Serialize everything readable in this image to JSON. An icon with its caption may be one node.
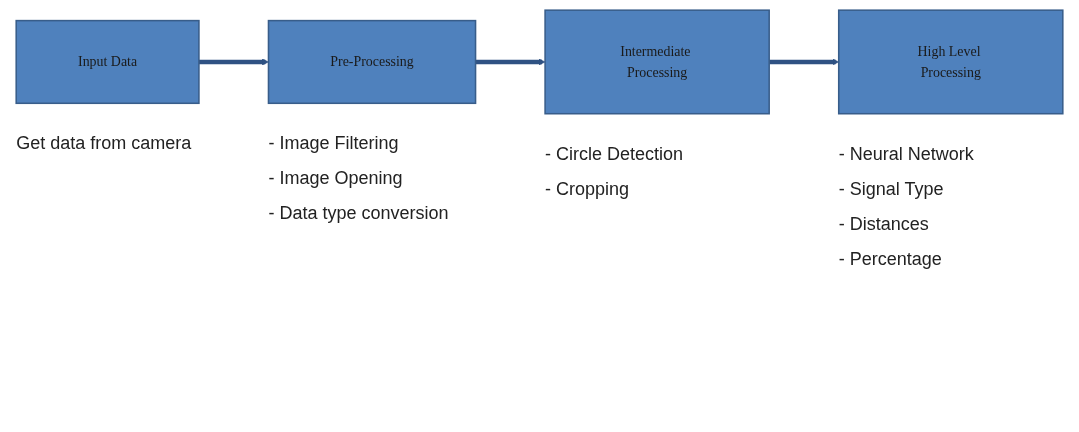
{
  "diagram": {
    "nodes": [
      {
        "text": [
          "Input Data"
        ],
        "beside": [
          "Get data from camera"
        ]
      },
      {
        "text": [
          "Pre-Processing"
        ],
        "beside": [
          "- Image Filtering",
          "- Image Opening",
          "- Data type conversion"
        ]
      },
      {
        "text": [
          "Intermediate Processing"
        ],
        "beside": [
          "- Circle Detection",
          "- Cropping"
        ]
      },
      {
        "text": [
          "High Level Processing"
        ],
        "beside": [
          "- Neural Network",
          "- Signal Type",
          "- Distances",
          "- Percentage"
        ]
      }
    ],
    "edges": [
      {
        "from": 0,
        "to": 1,
        "arrow": "to"
      },
      {
        "from": 1,
        "to": 2,
        "arrow": "to"
      },
      {
        "from": 2,
        "to": 3,
        "arrow": "to"
      }
    ]
  }
}
